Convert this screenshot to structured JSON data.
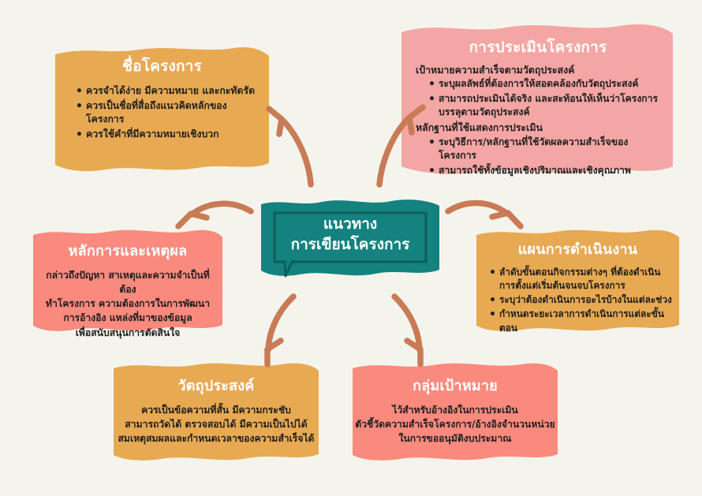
{
  "colors": {
    "background": "#F5F4EC",
    "orange": "#E8A953",
    "salmon": "#FA8A7E",
    "pink": "#F4A6A4",
    "teal": "#14827F",
    "teal_outline": "#0C5F5E",
    "arrow": "#C97B55",
    "title_text": "#FFFFFF",
    "body_text": "#1F1F1F"
  },
  "center": {
    "line1": "แนวทาง",
    "line2": "การเขียนโครงการ"
  },
  "cards": {
    "project_name": {
      "title": "ชื่อโครงการ",
      "bullets": [
        "ควรจำได้ง่าย มีความหมาย และกะทัดรัด",
        "ควรเป็นชื่อที่สื่อถึงแนวคิดหลักของโครงการ",
        "ควรใช้คำที่มีความหมายเชิงบวก"
      ]
    },
    "evaluation": {
      "title": "การประเมินโครงการ",
      "subhead1": "เป้าหมายความสำเร็จตามวัตถุประสงค์",
      "bullets1": [
        "ระบุผลลัพธ์ที่ต้องการให้สอดคล้องกับวัตถุประสงค์",
        "สามารถประเมินได้จริง และสะท้อนให้เห็นว่าโครงการบรรลุตามวัตถุประสงค์"
      ],
      "subhead2": "หลักฐานที่ใช้แสดงการประเมิน",
      "bullets2": [
        "ระบุวิธีการ/หลักฐานที่ใช้วัดผลความสำเร็จของโครงการ",
        "สามารถใช้ทั้งข้อมูลเชิงปริมาณและเชิงคุณภาพ"
      ]
    },
    "rationale": {
      "title": "หลักการและเหตุผล",
      "lines": [
        "กล่าวถึงปัญหา สาเหตุและความจำเป็นที่ต้อง",
        "ทำโครงการ ความต้องการในการพัฒนา",
        "การอ้างอิง แหล่งที่มาของข้อมูล",
        "เพื่อสนับสนุนการตัดสินใจ"
      ]
    },
    "workplan": {
      "title": "แผนการดำเนินงาน",
      "bullets": [
        "ลำดับขั้นตอนกิจกรรมต่างๆ ที่ต้องดำเนินการตั้งแต่เริ่มต้นจนจบโครงการ",
        "ระบุว่าต้องดำเนินการอะไรบ้างในแต่ละช่วง",
        "กำหนดระยะเวลาการดำเนินการแต่ละขั้นตอน"
      ]
    },
    "objectives": {
      "title": "วัตถุประสงค์",
      "lines": [
        "ควรเป็นข้อความที่สั้น มีความกระชับ",
        "สามารถวัดได้ ตรวจสอบได้ มีความเป็นไปได้",
        "สมเหตุสมผลและกำหนดเวลาของความสำเร็จได้"
      ]
    },
    "target": {
      "title": "กลุ่มเป้าหมาย",
      "lines": [
        "ไว้สำหรับอ้างอิงในการประเมิน",
        "ตัวชี้วัดความสำเร็จโครงการ/อ้างอิงจำนวนหน่วย",
        "ในการขออนุมัติงบประมาณ"
      ]
    }
  },
  "arrows": [
    {
      "name": "arrow-center-to-project-name",
      "direction": "up-left"
    },
    {
      "name": "arrow-center-to-evaluation",
      "direction": "up-right"
    },
    {
      "name": "arrow-center-to-rationale",
      "direction": "left"
    },
    {
      "name": "arrow-center-to-workplan",
      "direction": "right"
    },
    {
      "name": "arrow-center-to-objectives",
      "direction": "down-left"
    },
    {
      "name": "arrow-center-to-target",
      "direction": "down-right"
    }
  ]
}
